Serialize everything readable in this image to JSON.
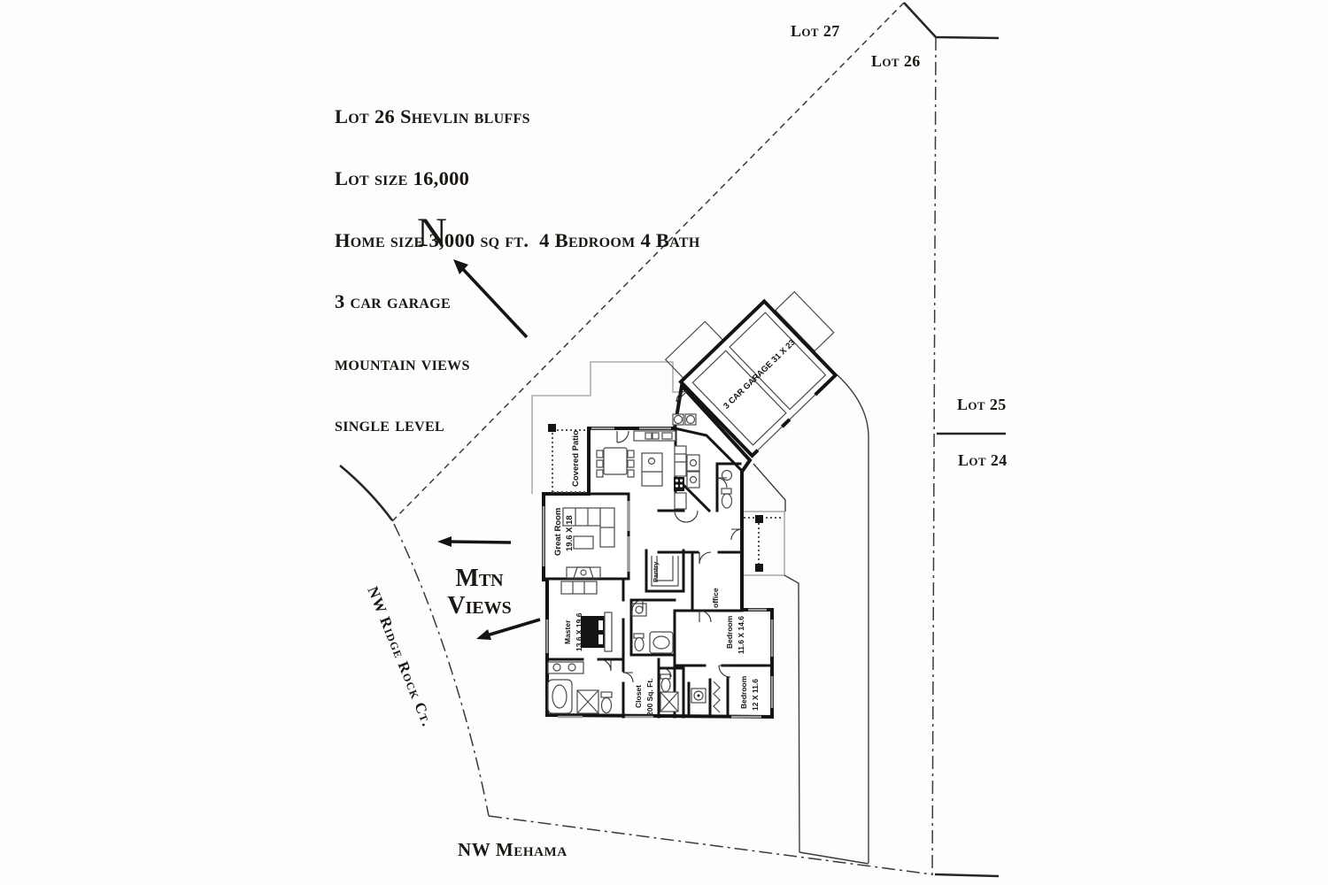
{
  "colors": {
    "background": "#fdfdfd",
    "ink": "#1b1713",
    "walls": "#141414"
  },
  "title_block": {
    "lines": [
      "Lot 26 Shevlin bluffs",
      "Lot size 16,000",
      "Home size 3,000 sq ft.  4 Bedroom 4 Bath",
      "3 car garage",
      "mountain views",
      "single level"
    ]
  },
  "compass": {
    "label": "N"
  },
  "lot_labels": {
    "lot27": "Lot 27",
    "lot26": "Lot 26",
    "lot25": "Lot 25",
    "lot24": "Lot 24"
  },
  "streets": {
    "ridge_rock": "NW Ridge Rock Ct.",
    "mehama": "NW Mehama"
  },
  "views": {
    "label": "Mtn Views"
  },
  "rooms": {
    "garage": "3 CAR GARAGE 31 X 23",
    "covered_patio": "Covered Patio",
    "great_room": {
      "name": "Great Room",
      "dims": "19.6 X 18"
    },
    "master": {
      "name": "Master",
      "dims": "13.6 X 19.6"
    },
    "closet": {
      "name": "Closet",
      "dims": "200 Sq. Ft."
    },
    "bedroom_1": {
      "name": "Bedroom",
      "dims": "11.6 X 14.6"
    },
    "bedroom_2": {
      "name": "Bedroom",
      "dims": "12 X 11.6"
    },
    "office": "office",
    "pantry": "Pantry"
  }
}
